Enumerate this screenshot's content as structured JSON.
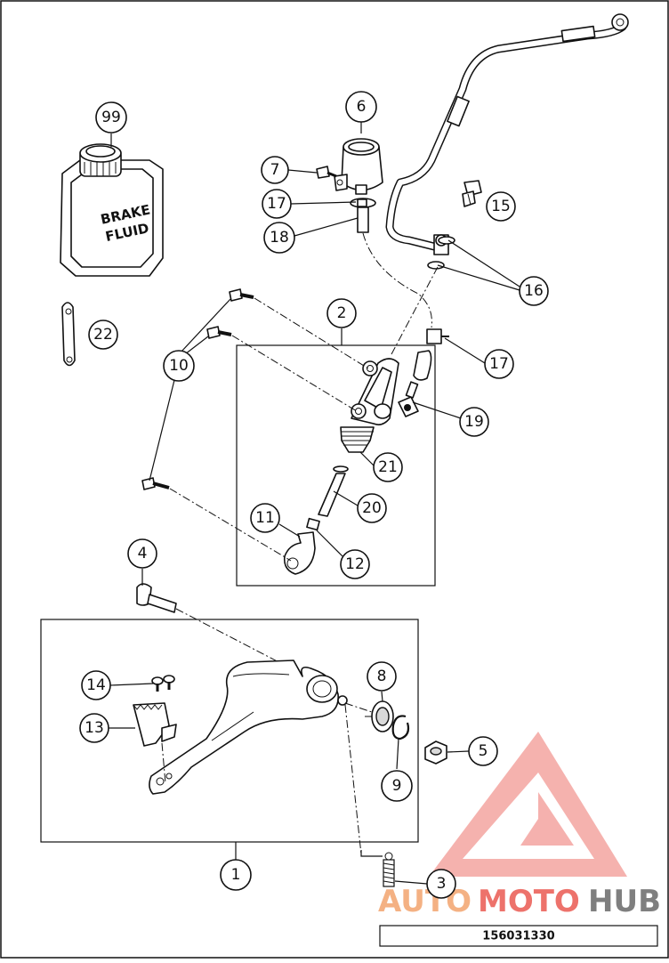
{
  "diagram": {
    "drawing_number": "156031330",
    "bottle_label_line1": "BRAKE",
    "bottle_label_line2": "FLUID",
    "watermark": {
      "part1": "AUTO",
      "part2": "MOTO",
      "part3": "HUB",
      "colors": {
        "red": "#e8433a",
        "orange": "#f4b183",
        "grey": "#7f7f7f"
      }
    },
    "callouts": {
      "c99": "99",
      "c6": "6",
      "c7": "7",
      "c17a": "17",
      "c18": "18",
      "c15": "15",
      "c16": "16",
      "c22": "22",
      "c2": "2",
      "c10": "10",
      "c17b": "17",
      "c19": "19",
      "c21": "21",
      "c20": "20",
      "c11": "11",
      "c12": "12",
      "c4": "4",
      "c8": "8",
      "c14": "14",
      "c13": "13",
      "c5": "5",
      "c9": "9",
      "c1": "1",
      "c3": "3"
    }
  }
}
